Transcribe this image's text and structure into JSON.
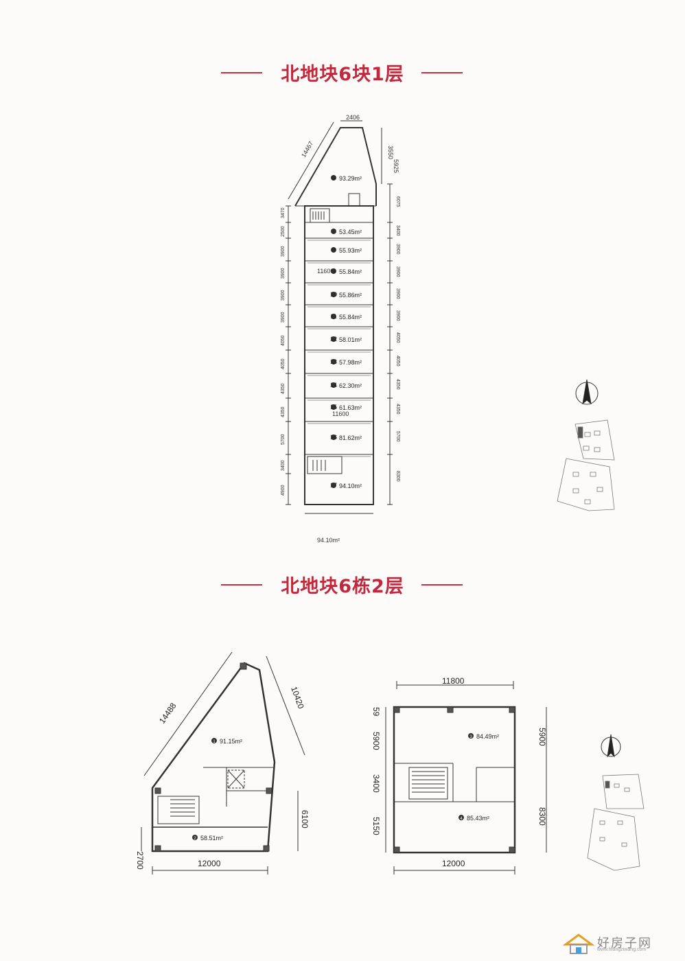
{
  "headings": {
    "floor1": "北地块6块1层",
    "floor2": "北地块6栋2层"
  },
  "floor1": {
    "units": [
      {
        "no": "6",
        "area": "93.29m²"
      },
      {
        "no": "7",
        "area": "53.45m²"
      },
      {
        "no": "8",
        "area": "55.93m²"
      },
      {
        "no": "9",
        "area": "55.84m²"
      },
      {
        "no": "10",
        "area": "55.86m²"
      },
      {
        "no": "11",
        "area": "55.84m²"
      },
      {
        "no": "12",
        "area": "58.01m²"
      },
      {
        "no": "13",
        "area": "57.98m²"
      },
      {
        "no": "14",
        "area": "62.30m²"
      },
      {
        "no": "15",
        "area": "61.63m²"
      },
      {
        "no": "16",
        "area": "81.62m²"
      },
      {
        "no": "17",
        "area": "94.10m²"
      }
    ],
    "dims_left": [
      "3470",
      "2500",
      "3900",
      "3900",
      "3900",
      "3900",
      "4050",
      "4050",
      "4350",
      "4350",
      "5700",
      "3400",
      "4900"
    ],
    "dims_right": [
      "6075",
      "3400",
      "3900",
      "3900",
      "3900",
      "3900",
      "4050",
      "4050",
      "4350",
      "4350",
      "5700",
      "8300"
    ],
    "dims_top": [
      "2406",
      "3550",
      "5925"
    ],
    "diag_dim": "14467",
    "width_label": "11600",
    "bottom_label": "94.10m²"
  },
  "floor2_left": {
    "units": [
      {
        "no": "1",
        "area": "91.15m²"
      },
      {
        "no": "2",
        "area": "58.51m²"
      }
    ],
    "dim_diag": "14488",
    "dim_right_diag": "10420",
    "dim_right": "6100",
    "dim_left": "2700",
    "dim_bottom": "12000"
  },
  "floor2_right": {
    "units": [
      {
        "no": "3",
        "area": "84.49m²"
      },
      {
        "no": "4",
        "area": "85.43m²"
      }
    ],
    "dim_top": "11800",
    "dims_left": [
      "59",
      "5900",
      "3400",
      "5150"
    ],
    "dims_right": [
      "5900",
      "8300"
    ],
    "dim_bottom": "12000"
  },
  "watermark": {
    "name": "好房子网",
    "url": "www.hfangziwang.com"
  },
  "colors": {
    "accent": "#c02a3c",
    "wall": "#333333"
  }
}
